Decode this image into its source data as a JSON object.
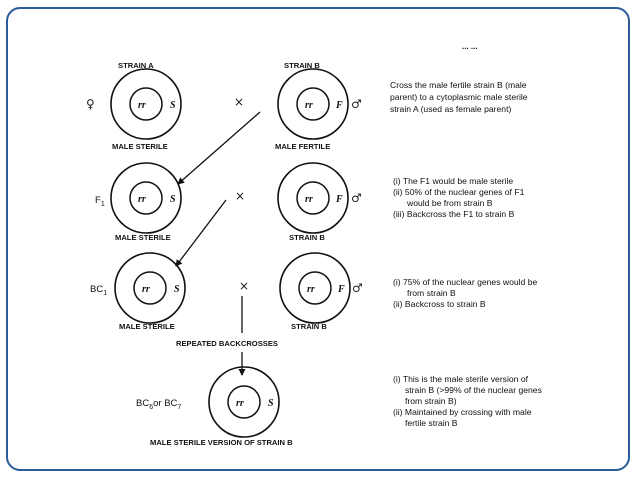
{
  "corner_text": "... ...",
  "strains": {
    "a_title": "STRAIN A",
    "b_title": "STRAIN B",
    "male_sterile": "MALE STERILE",
    "male_fertile": "MALE FERTILE",
    "strain_b": "STRAIN B"
  },
  "cells": {
    "nuclear": "rr",
    "cyto_s": "S",
    "cyto_f": "F"
  },
  "symbols": {
    "female": "♀",
    "male": "♂",
    "cross": "×"
  },
  "generations": {
    "f1": "F",
    "f1_sub": "1",
    "bc1": "BC",
    "bc1_sub": "1",
    "bc6": "BC",
    "bc6_sub": "6",
    "or": "or BC",
    "bc7_sub": "7"
  },
  "repeated": "REPEATED BACKCROSSES",
  "final_label": "MALE STERILE VERSION OF STRAIN B",
  "notes": {
    "step1": [
      "Cross the male fertile strain B (male",
      "parent) to a cytoplasmic male sterile",
      "strain A (used as female parent)"
    ],
    "step2": [
      "(i) The F1 would be male sterile",
      "(ii) 50% of the nuclear genes of F1",
      "would be from strain B",
      "(iii) Backcross the F1 to strain B"
    ],
    "step3": [
      "(i) 75% of the nuclear genes would be",
      "from strain B",
      "(ii) Backcross to strain B"
    ],
    "step4": [
      "(i) This is the male sterile version of",
      "strain B (>99% of the nuclear genes",
      "from strain B)",
      "(ii) Maintained by crossing with male",
      "fertile strain B"
    ]
  }
}
